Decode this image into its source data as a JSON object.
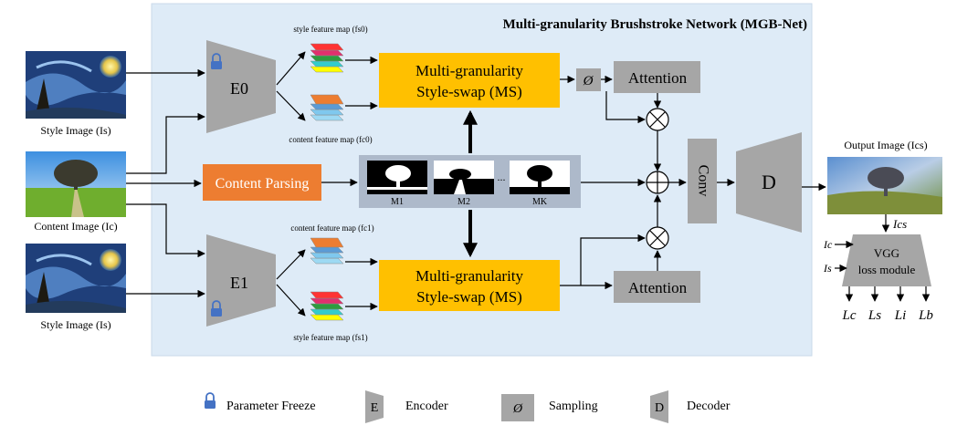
{
  "network": {
    "title": "Multi-granularity Brushstroke Network (MGB-Net)"
  },
  "inputs": {
    "style_top_label": "Style Image (Is)",
    "content_label": "Content Image (Ic)",
    "style_bottom_label": "Style Image (Is)"
  },
  "encoders": {
    "e0": "E0",
    "e1": "E1"
  },
  "feature_maps": {
    "fs0": "style feature map (fs0)",
    "fc0": "content feature map (fc0)",
    "fc1": "content feature map (fc1)",
    "fs1": "style feature map (fs1)"
  },
  "blocks": {
    "ms_top": [
      "Multi-granularity",
      "Style-swap (MS)"
    ],
    "ms_bottom": [
      "Multi-granularity",
      "Style-swap (MS)"
    ],
    "attention_top": "Attention",
    "attention_bottom": "Attention",
    "content_parsing": "Content Parsing",
    "sampling_symbol": "Ø",
    "conv": "Conv",
    "decoder": "D"
  },
  "masks": {
    "labels": [
      "M1",
      "M2",
      "MK"
    ],
    "ellipsis": "..."
  },
  "output": {
    "label": "Output Image (Ics)",
    "ics": "Ics"
  },
  "vgg": {
    "lines": [
      "VGG",
      "loss module"
    ],
    "input_ic": "Ic",
    "input_is": "Is",
    "losses": [
      "Lc",
      "Ls",
      "Li",
      "Lb"
    ]
  },
  "legend": {
    "freeze": "Parameter Freeze",
    "encoder_symbol": "E",
    "encoder": "Encoder",
    "sampling_symbol": "Ø",
    "sampling": "Sampling",
    "decoder_symbol": "D",
    "decoder": "Decoder"
  },
  "colors": {
    "panel_bg": "#deebf7",
    "ms_fill": "#ffc000",
    "content_parsing_fill": "#ed7d31",
    "gray_block": "#a6a6a6",
    "lock": "#4472c4",
    "mask_panel": "#adb9ca"
  }
}
